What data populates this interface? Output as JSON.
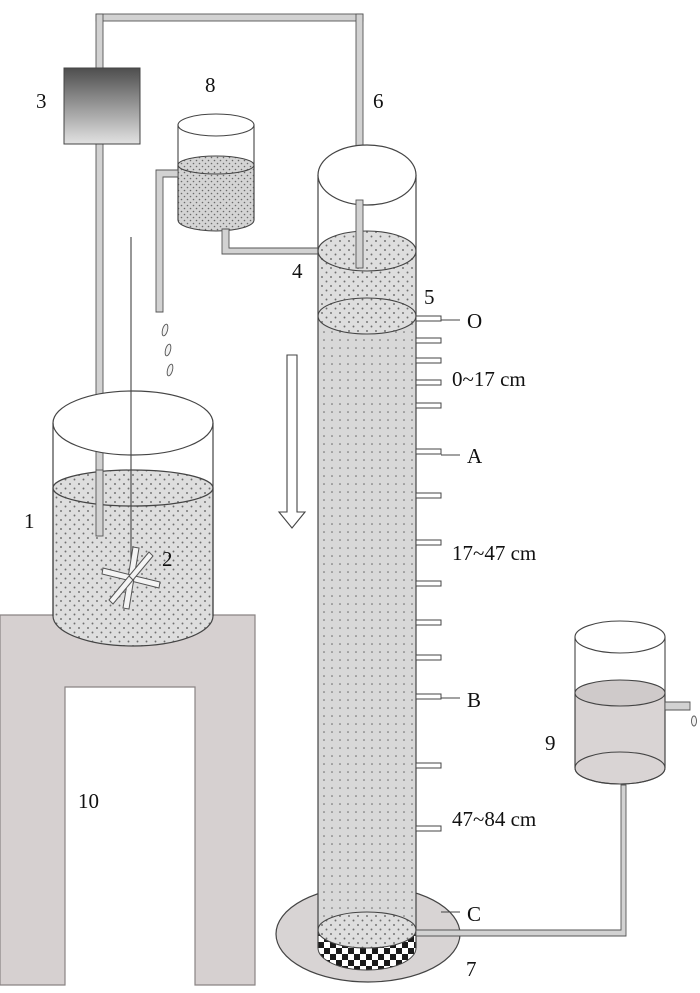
{
  "labels": {
    "n1": "1",
    "n2": "2",
    "n3": "3",
    "n4": "4",
    "n5": "5",
    "n6": "6",
    "n7": "7",
    "n8": "8",
    "n9": "9",
    "n10": "10",
    "mark_o": "O",
    "mark_a": "A",
    "mark_b": "B",
    "mark_c": "C",
    "range_1": "0~17 cm",
    "range_2": "17~47 cm",
    "range_3": "47~84 cm"
  },
  "colors": {
    "support": "#d6d0d0",
    "support_stroke": "#8a8484",
    "water": "#dadada",
    "dots": "#7a7a7a",
    "tube": "#cfcfcf",
    "mesh_dark": "#1a1a1a",
    "box_dark": "#555555",
    "box_light": "#d9d9d9"
  },
  "side_port_count": 14
}
